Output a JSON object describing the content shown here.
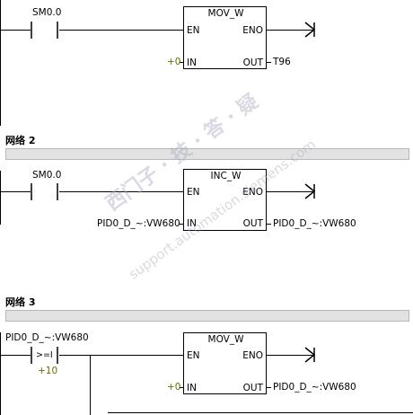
{
  "networks": [
    {
      "header": "",
      "contact": {
        "label": "SM0.0",
        "type": "normally-open"
      },
      "box": {
        "title": "MOV_W",
        "en": "EN",
        "eno": "ENO",
        "in": "IN",
        "out": "OUT"
      },
      "in_value": "+0",
      "out_value": "T96"
    },
    {
      "header": "网络 2",
      "contact": {
        "label": "SM0.0",
        "type": "normally-open"
      },
      "box": {
        "title": "INC_W",
        "en": "EN",
        "eno": "ENO",
        "in": "IN",
        "out": "OUT"
      },
      "in_value": "PID0_D_~:VW680",
      "out_value": "PID0_D_~:VW680"
    },
    {
      "header": "网络 3",
      "contact": {
        "label": "PID0_D_~:VW680",
        "type": "compare",
        "op": ">=I",
        "operand2": "+10"
      },
      "box": {
        "title": "MOV_W",
        "en": "EN",
        "eno": "ENO",
        "in": "IN",
        "out": "OUT"
      },
      "in_value": "+0",
      "out_value": "PID0_D_~:VW680"
    }
  ],
  "colors": {
    "constant": "#6b6b00",
    "bar": "#e2e2e2"
  },
  "watermark": [
    "西门子",
    "support.automation.siemens.com"
  ]
}
